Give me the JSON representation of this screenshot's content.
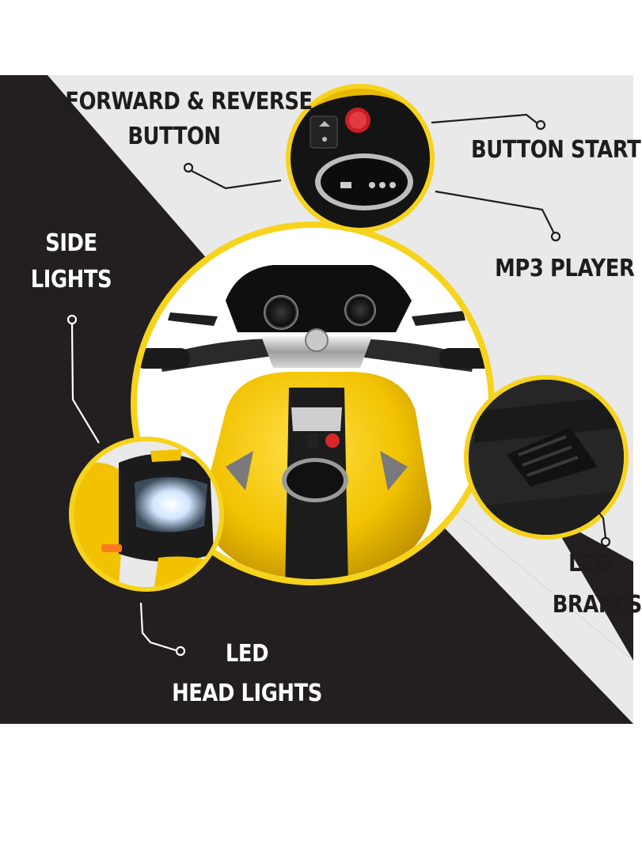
{
  "callouts": {
    "forward_reverse": {
      "line1": "FORWARD & REVERSE",
      "line2": "BUTTON"
    },
    "button_start": "BUTTON START",
    "mp3_player": "MP3 PLAYER",
    "side_lights": {
      "line1": "SIDE",
      "line2": "LIGHTS"
    },
    "leg_brakes": {
      "line1": "LEG",
      "line2": "BRAKES"
    },
    "led_head_lights": {
      "line1": "LED",
      "line2": "HEAD LIGHTS"
    }
  },
  "colors": {
    "light_panel": "#e9e9e9",
    "dark_panel": "#231f20",
    "accent_yellow": "#f6d31c",
    "bike_yellow": "#f2c200"
  }
}
